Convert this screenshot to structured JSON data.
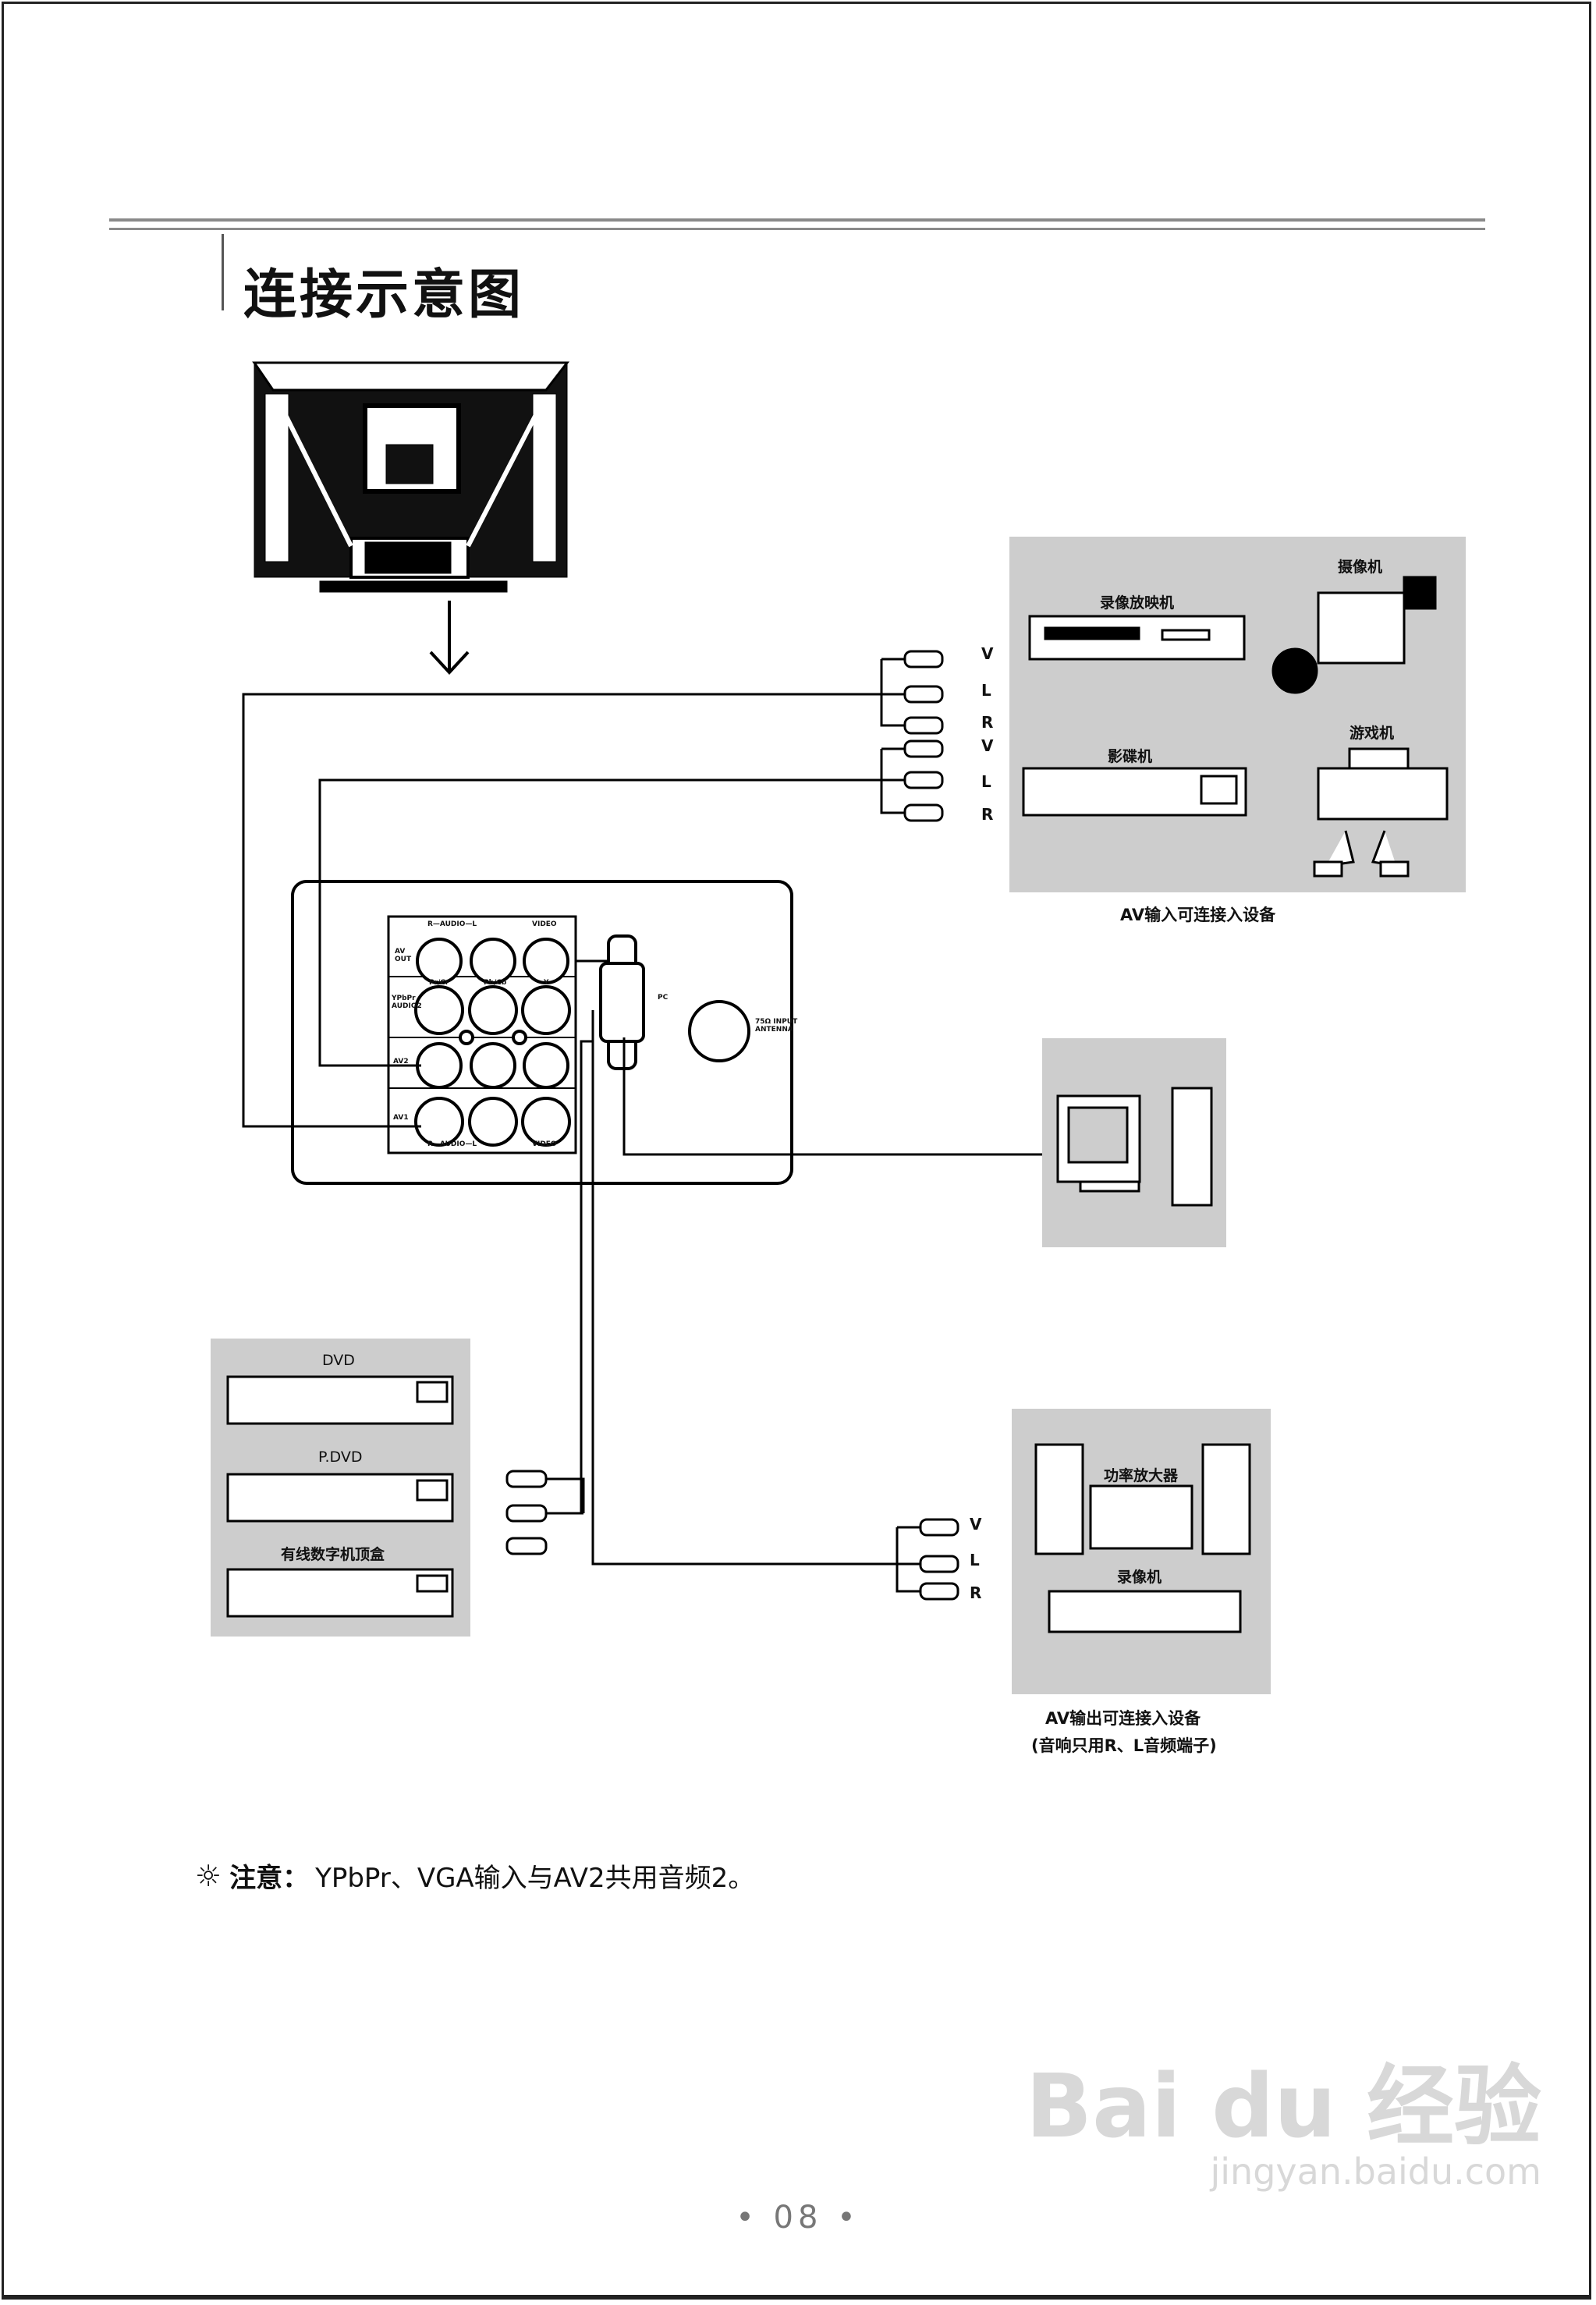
{
  "header": {
    "title": "连接示意图"
  },
  "plugs_top": [
    "V",
    "L",
    "R",
    "V",
    "L",
    "R"
  ],
  "plugs_bottom": [
    "V",
    "L",
    "R"
  ],
  "devices": {
    "vcr": "录像放映机",
    "camcorder": "摄像机",
    "vcd": "影碟机",
    "game": "游戏机",
    "dvd": "DVD",
    "pdvd": "P.DVD",
    "stb": "有线数字机顶盒",
    "amp": "功率放大器",
    "recorder": "录像机"
  },
  "captions": {
    "av_in": "AV输入可连接入设备",
    "av_out_1": "AV输出可连接入设备",
    "av_out_2": "(音响只用R、L音频端子)"
  },
  "panel": {
    "row1_top": "R—AUDIO—L",
    "row1_top_right": "VIDEO",
    "row1_side": "AV OUT",
    "row2_top": "Pr/Cr",
    "row2_top_mid": "Pb/Cb",
    "row2_top_right": "Y",
    "row2_side": "YPbPr AUDIO2",
    "row3_side": "AV2",
    "row4_side": "AV1",
    "row4_bottom": "R—AUDIO—L",
    "row4_bottom_right": "VIDEO",
    "vga_label": "PC",
    "antenna": "75Ω INPUT ANTENNA"
  },
  "note": {
    "label": "注意：",
    "text": "YPbPr、VGA输入与AV2共用音频2。"
  },
  "footer": {
    "page_number": "• 08 •"
  },
  "watermark": {
    "main": "Bai du 经验",
    "sub": "jingyan.baidu.com"
  }
}
